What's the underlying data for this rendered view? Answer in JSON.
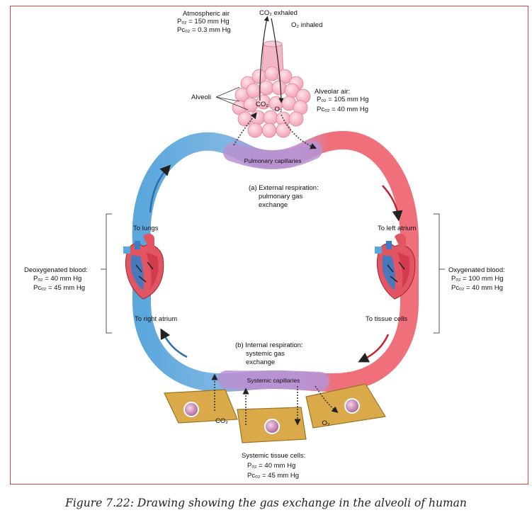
{
  "atmospheric": {
    "title": "Atmospheric air",
    "po2": "Pₒ₂ = 150 mm Hg",
    "pco2": "Pᴄₒ₂ = 0.3 mm Hg"
  },
  "co2_exhaled": "CO₂ exhaled",
  "o2_inhaled": "O₂ inhaled",
  "alveoli_label": "Alveoli",
  "alveolar_air": {
    "title": "Alveolar air:",
    "po2": "Pₒ₂ = 105 mm Hg",
    "pco2": "Pᴄₒ₂ = 40 mm Hg"
  },
  "alveoli_co2": "CO₂",
  "alveoli_o2": "O₂",
  "pulmonary_capillaries": "Pulmonary capillaries",
  "external_respiration": [
    "(a) External respiration:",
    "pulmonary gas",
    "exchange"
  ],
  "to_lungs": "To lungs",
  "to_left_atrium": "To left atrium",
  "to_right_atrium": "To right atrium",
  "to_tissue_cells": "To tissue cells",
  "deoxygenated": {
    "title": "Deoxygenated blood:",
    "po2": "Pₒ₂ = 40 mm Hg",
    "pco2": "Pᴄₒ₂ = 45 mm Hg"
  },
  "oxygenated": {
    "title": "Oxygenated blood:",
    "po2": "Pₒ₂ = 100 mm Hg",
    "pco2": "Pᴄₒ₂ = 40 mm Hg"
  },
  "internal_respiration": [
    "(b) Internal respiration:",
    "systemic gas",
    "exchange"
  ],
  "systemic_capillaries": "Systemic capillaries",
  "tissue_co2": "CO₂",
  "tissue_o2": "O₂",
  "systemic_tissue": {
    "title": "Systemic tissue cells:",
    "po2": "Pₒ₂ = 40 mm Hg",
    "pco2": "Pᴄₒ₂ = 45 mm Hg"
  },
  "caption": "Figure 7.22: Drawing showing the gas exchange in the alveoli of human",
  "colors": {
    "deoxygenated_blue": "#5aa7dc",
    "oxygenated_red": "#ef6f7a",
    "capillary_purple": "#b792d1",
    "tissue_tan": "#d9a94a",
    "alveoli_pink": "#f4b8c4",
    "border": "#d5463f"
  }
}
